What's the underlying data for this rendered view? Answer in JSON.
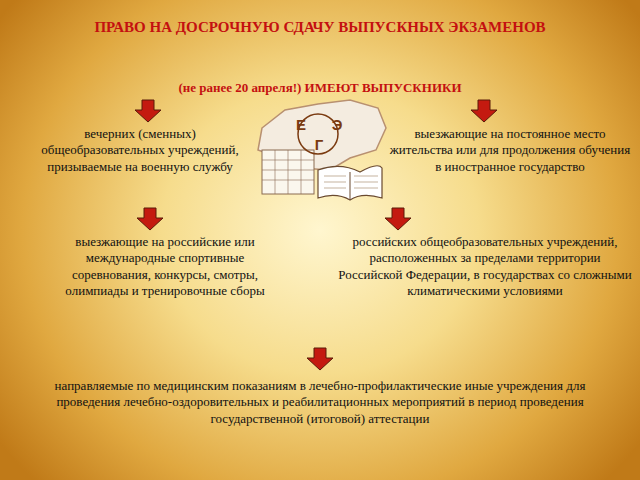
{
  "diagram": {
    "title": "ПРАВО НА ДОСРОЧНУЮ СДАЧУ ВЫПУСКНЫХ ЭКЗАМЕНОВ",
    "labels": [
      "(не ранее 20 апреля!) ИМЕЮТ ВЫПУСКНИКИ",
      "вечерних (сменных) общеобразовательных учреждений, призываемые на военную службу",
      "выезжающие на постоянное место жительства или для продолжения обучения в иностранное государство",
      "выезжающие на российские или международные спортивные соревнования, конкурсы, смотры, олимпиады и тренировочные сборы",
      "российских общеобразовательных учреждений, расположенных за пределами территории Российской Федерации, в государствах со сложными климатическими условиями",
      "направляемые по медицинским показаниям в лечебно-профилактические иные учреждения для проведения лечебно-оздоровительных и реабилитационных мероприятий в период проведения государственной (итоговой) аттестации",
      "Е",
      "Г",
      "Э"
    ]
  }
}
